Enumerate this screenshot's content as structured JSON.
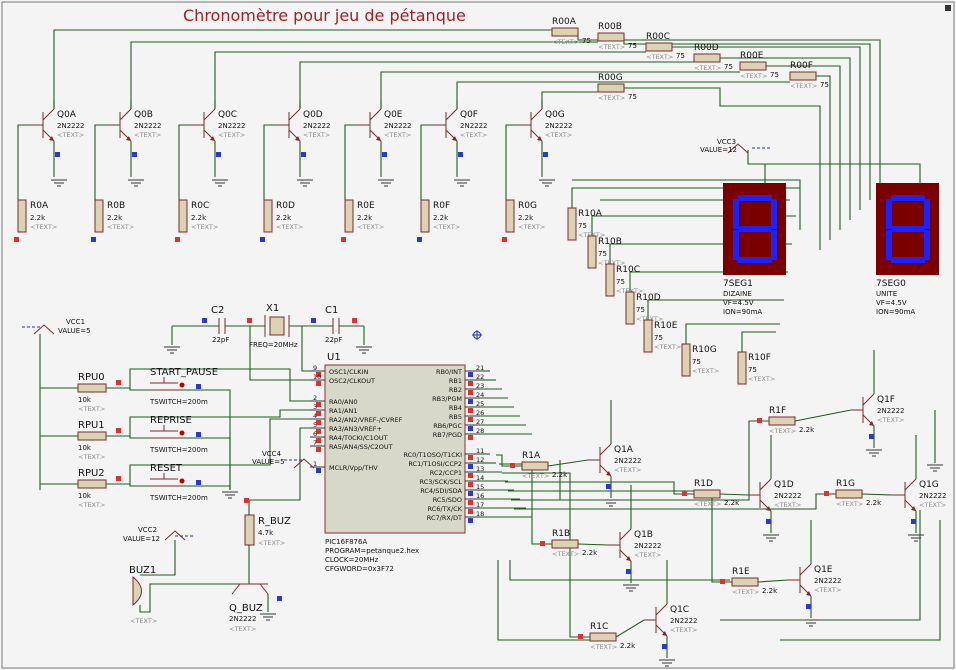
{
  "title": "Chronomètre pour jeu de pétanque",
  "colors": {
    "title": "#a32020",
    "wire": "#1d5e1d",
    "part": "#7a2a2a",
    "segment": "#1a22ff",
    "display_bg": "#7a0000"
  },
  "text_placeholder": "<TEXT>",
  "top_resistors": [
    {
      "ref": "R00A",
      "val": "75"
    },
    {
      "ref": "R00B",
      "val": "75"
    },
    {
      "ref": "R00C",
      "val": "75"
    },
    {
      "ref": "R00D",
      "val": "75"
    },
    {
      "ref": "R00E",
      "val": "75"
    },
    {
      "ref": "R00F",
      "val": "75"
    },
    {
      "ref": "R00G",
      "val": "75"
    }
  ],
  "q0_transistors": [
    {
      "ref": "Q0A",
      "type": "2N2222"
    },
    {
      "ref": "Q0B",
      "type": "2N2222"
    },
    {
      "ref": "Q0C",
      "type": "2N2222"
    },
    {
      "ref": "Q0D",
      "type": "2N2222"
    },
    {
      "ref": "Q0E",
      "type": "2N2222"
    },
    {
      "ref": "Q0F",
      "type": "2N2222"
    },
    {
      "ref": "Q0G",
      "type": "2N2222"
    }
  ],
  "r0_resistors": [
    {
      "ref": "R0A",
      "val": "2.2k"
    },
    {
      "ref": "R0B",
      "val": "2.2k"
    },
    {
      "ref": "R0C",
      "val": "2.2k"
    },
    {
      "ref": "R0D",
      "val": "2.2k"
    },
    {
      "ref": "R0E",
      "val": "2.2k"
    },
    {
      "ref": "R0F",
      "val": "2.2k"
    },
    {
      "ref": "R0G",
      "val": "2.2k"
    }
  ],
  "r10_resistors": [
    {
      "ref": "R10A",
      "val": "75"
    },
    {
      "ref": "R10B",
      "val": "75"
    },
    {
      "ref": "R10C",
      "val": "75"
    },
    {
      "ref": "R10D",
      "val": "75"
    },
    {
      "ref": "R10E",
      "val": "75"
    },
    {
      "ref": "R10G",
      "val": "75"
    },
    {
      "ref": "R10F",
      "val": "75"
    }
  ],
  "displays": [
    {
      "ref": "7SEG1",
      "name": "DIZAINE",
      "vf": "VF=4.5V",
      "ion": "ION=90mA"
    },
    {
      "ref": "7SEG0",
      "name": "UNITE",
      "vf": "VF=4.5V",
      "ion": "ION=90mA"
    }
  ],
  "vcc3": {
    "ref": "VCC3",
    "value": "VALUE=12"
  },
  "vcc1": {
    "ref": "VCC1",
    "value": "VALUE=5"
  },
  "vcc4": {
    "ref": "VCC4",
    "value": "VALUE=5"
  },
  "vcc2": {
    "ref": "VCC2",
    "value": "VALUE=12"
  },
  "c2": {
    "ref": "C2",
    "val": "22pF"
  },
  "c1": {
    "ref": "C1",
    "val": "22pF"
  },
  "x1": {
    "ref": "X1",
    "val": "FREQ=20MHz"
  },
  "pullups": [
    {
      "ref": "RPU0",
      "val": "10k"
    },
    {
      "ref": "RPU1",
      "val": "10k"
    },
    {
      "ref": "RPU2",
      "val": "10k"
    }
  ],
  "switches": [
    {
      "ref": "START_PAUSE",
      "val": "TSWITCH=200m"
    },
    {
      "ref": "REPRISE",
      "val": "TSWITCH=200m"
    },
    {
      "ref": "RESET",
      "val": "TSWITCH=200m"
    }
  ],
  "u1": {
    "ref": "U1",
    "part": "PIC16F876A",
    "program": "PROGRAM=petanque2.hex",
    "clock": "CLOCK=20MHz",
    "cfg": "CFGWORD=0x3F72",
    "left_pins": [
      {
        "num": "9",
        "name": "OSC1/CLKIN"
      },
      {
        "num": "10",
        "name": "OSC2/CLKOUT"
      },
      {
        "num": "2",
        "name": "RA0/AN0"
      },
      {
        "num": "3",
        "name": "RA1/AN1"
      },
      {
        "num": "4",
        "name": "RA2/AN2/VREF-/CVREF"
      },
      {
        "num": "5",
        "name": "RA3/AN3/VREF+"
      },
      {
        "num": "6",
        "name": "RA4/T0CKI/C1OUT"
      },
      {
        "num": "7",
        "name": "RA5/AN4/SS/C2OUT"
      },
      {
        "num": "1",
        "name": "MCLR/Vpp/THV"
      }
    ],
    "right_pins": [
      {
        "num": "21",
        "name": "RB0/INT"
      },
      {
        "num": "22",
        "name": "RB1"
      },
      {
        "num": "23",
        "name": "RB2"
      },
      {
        "num": "24",
        "name": "RB3/PGM"
      },
      {
        "num": "25",
        "name": "RB4"
      },
      {
        "num": "26",
        "name": "RB5"
      },
      {
        "num": "27",
        "name": "RB6/PGC"
      },
      {
        "num": "28",
        "name": "RB7/PGD"
      },
      {
        "num": "11",
        "name": "RC0/T1OSO/T1CKI"
      },
      {
        "num": "12",
        "name": "RC1/T1OSI/CCP2"
      },
      {
        "num": "13",
        "name": "RC2/CCP1"
      },
      {
        "num": "14",
        "name": "RC3/SCK/SCL"
      },
      {
        "num": "15",
        "name": "RC4/SDI/SDA"
      },
      {
        "num": "16",
        "name": "RC5/SDO"
      },
      {
        "num": "17",
        "name": "RC6/TX/CK"
      },
      {
        "num": "18",
        "name": "RC7/RX/DT"
      }
    ]
  },
  "r_buz": {
    "ref": "R_BUZ",
    "val": "4.7k"
  },
  "q_buz": {
    "ref": "Q_BUZ",
    "type": "2N2222"
  },
  "buz1": {
    "ref": "BUZ1"
  },
  "q1_transistors": [
    {
      "ref": "Q1A",
      "type": "2N2222"
    },
    {
      "ref": "Q1B",
      "type": "2N2222"
    },
    {
      "ref": "Q1C",
      "type": "2N2222"
    },
    {
      "ref": "Q1D",
      "type": "2N2222"
    },
    {
      "ref": "Q1E",
      "type": "2N2222"
    },
    {
      "ref": "Q1F",
      "type": "2N2222"
    },
    {
      "ref": "Q1G",
      "type": "2N2222"
    }
  ],
  "r1_resistors": [
    {
      "ref": "R1A",
      "val": "2.2k"
    },
    {
      "ref": "R1B",
      "val": "2.2k"
    },
    {
      "ref": "R1C",
      "val": "2.2k"
    },
    {
      "ref": "R1D",
      "val": "2.2k"
    },
    {
      "ref": "R1E",
      "val": "2.2k"
    },
    {
      "ref": "R1F",
      "val": "2.2k"
    },
    {
      "ref": "R1G",
      "val": "2.2k"
    }
  ]
}
